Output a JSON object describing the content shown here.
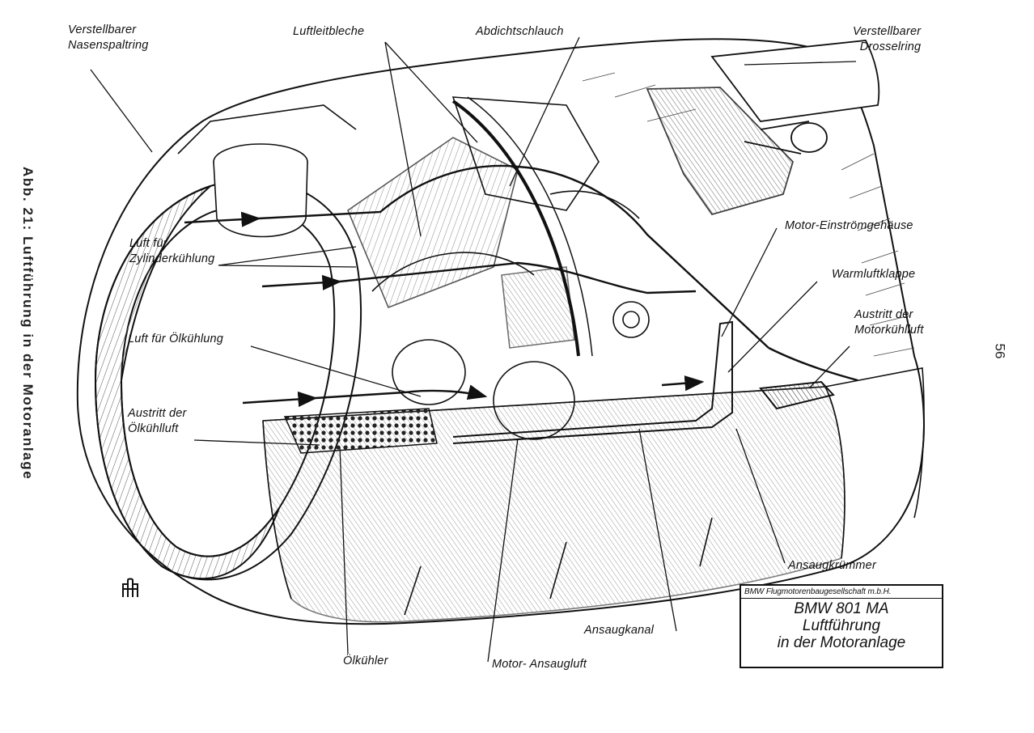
{
  "side_caption": "Abb. 21: Luftführung in der Motoranlage",
  "page_number": "56",
  "labels": {
    "verstellbarer_nasenspaltring": [
      "Verstellbarer",
      "Nasenspaltring"
    ],
    "luftleitbleche": "Luftleitbleche",
    "abdichtschlauch": "Abdichtschlauch",
    "verstellbarer_drosselring": [
      "Verstellbarer",
      "Drosselring"
    ],
    "motor_einstroemgehaeuse": "Motor-Einströmgehäuse",
    "luft_fuer_zylinderkuehlung": [
      "Luft für",
      "Zylinderkühlung"
    ],
    "warmluftklappe": "Warmluftklappe",
    "austritt_motorkuehlluft": [
      "Austritt der",
      "Motorkühlluft"
    ],
    "luft_fuer_oelkuehlung": "Luft für Ölkühlung",
    "austritt_oelkuehlluft": [
      "Austritt der",
      "Ölkühlluft"
    ],
    "ansaugkruemmer": "Ansaugkrümmer",
    "ansaugkanal": "Ansaugkanal",
    "oelkuehler": "Ölkühler",
    "motor_ansaugluft": "Motor- Ansaugluft"
  },
  "title_block": {
    "company": "BMW Flugmotorenbaugesellschaft m.b.H.",
    "line1": "BMW 801 MA",
    "line2": "Luftführung",
    "line3": "in der Motoranlage"
  }
}
